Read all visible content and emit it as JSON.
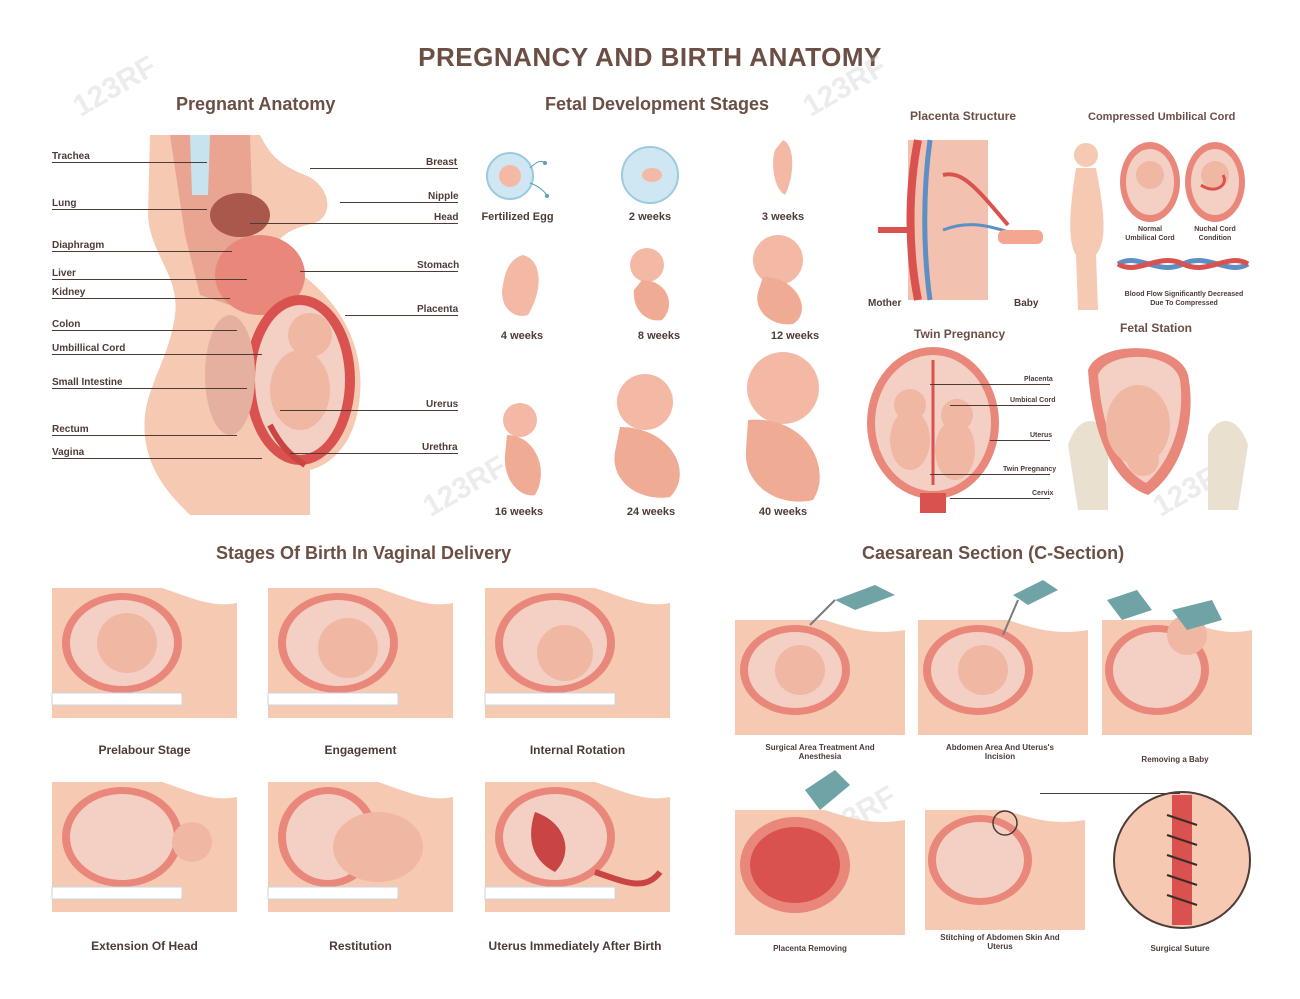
{
  "title": "PREGNANCY AND BIRTH ANATOMY",
  "watermark": "123RF",
  "pregnant_anatomy": {
    "heading": "Pregnant Anatomy",
    "left_labels": [
      "Trachea",
      "Lung",
      "Diaphragm",
      "Liver",
      "Kidney",
      "Colon",
      "Umbillical Cord",
      "Small Intestine",
      "Rectum",
      "Vagina"
    ],
    "right_labels": [
      "Breast",
      "Nipple",
      "Head",
      "Stomach",
      "Placenta",
      "Urerus",
      "Urethra"
    ]
  },
  "fetal_development": {
    "heading": "Fetal Development Stages",
    "stages": [
      "Fertilized Egg",
      "2 weeks",
      "3 weeks",
      "4 weeks",
      "8 weeks",
      "12 weeks",
      "16 weeks",
      "24 weeks",
      "40 weeks"
    ]
  },
  "placenta_structure": {
    "heading": "Placenta Structure",
    "mother": "Mother",
    "baby": "Baby"
  },
  "compressed_cord": {
    "heading": "Compressed Umbilical Cord",
    "normal": "Normal Umbilical Cord",
    "nuchal": "Nuchal Cord Condition",
    "note": "Blood Flow Significantly Decreased Due To Compressed"
  },
  "twin_pregnancy": {
    "heading": "Twin Pregnancy",
    "labels": [
      "Placenta",
      "Umbical Cord",
      "Uterus",
      "Twin Pregnancy",
      "Cervix"
    ]
  },
  "fetal_station": {
    "heading": "Fetal Station"
  },
  "vaginal_delivery": {
    "heading": "Stages Of Birth In Vaginal Delivery",
    "stages": [
      "Prelabour Stage",
      "Engagement",
      "Internal Rotation",
      "Extension Of Head",
      "Restitution",
      "Uterus Immediately After Birth"
    ]
  },
  "c_section": {
    "heading": "Caesarean Section (C-Section)",
    "steps": [
      "Surgical Area Treatment And Anesthesia",
      "Abdomen Area And Uterus's Incision",
      "Removing a Baby",
      "Placenta Removing",
      "Stitching of  Abdomen Skin And Uterus",
      "Surgical Suture"
    ]
  },
  "colors": {
    "skin": "#f6c9b3",
    "flesh": "#e9877b",
    "uterus": "#d9524f",
    "heading": "#6b4f45",
    "glove": "#6fa3a6"
  }
}
